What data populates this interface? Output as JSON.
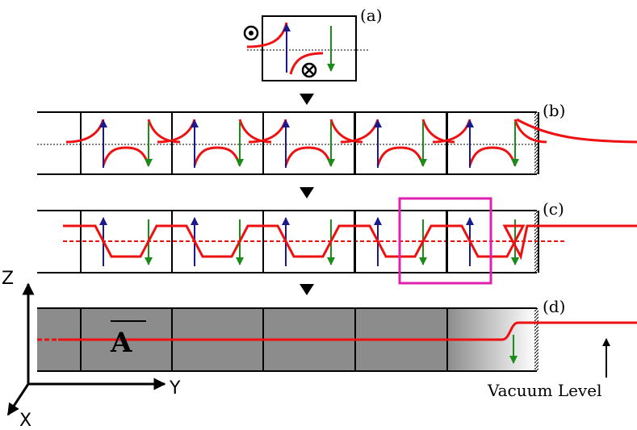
{
  "panels": {
    "a": "(a)",
    "b": "(b)",
    "c": "(c)",
    "d": "(d)"
  },
  "axes": {
    "z": "Z",
    "y": "Y",
    "x": "X"
  },
  "symbol": "A",
  "annotation": "Vacuum Level",
  "colors": {
    "potential": "#ee1111",
    "spin_up": "#1a1a8c",
    "spin_down": "#1a8c1a",
    "highlight": "#e020b0",
    "fill": "#8c8c8c"
  }
}
